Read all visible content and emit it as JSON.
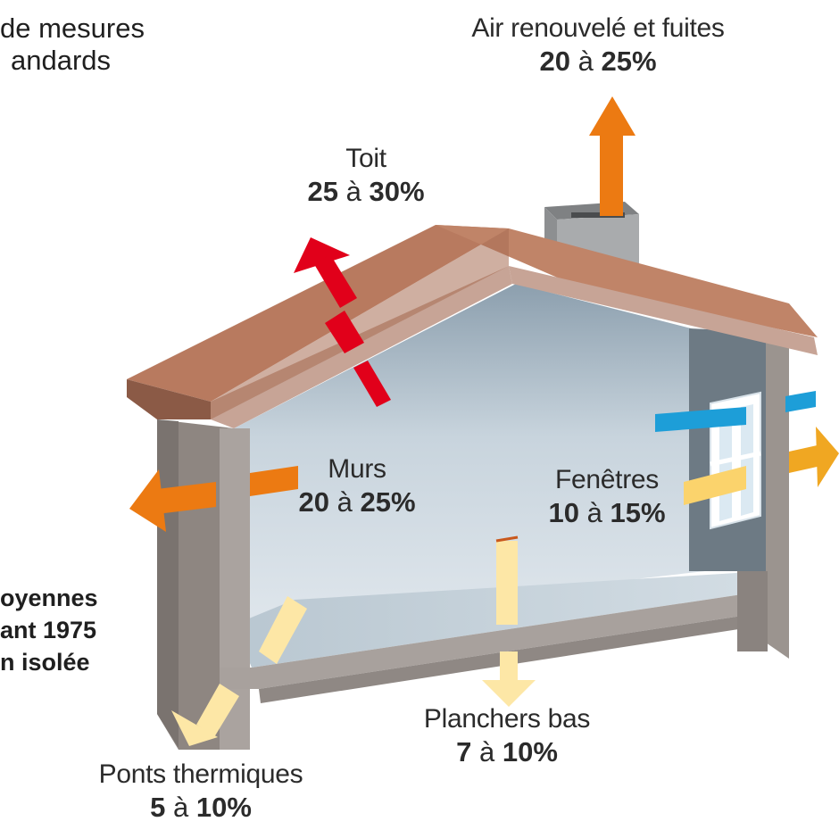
{
  "header_fragment": {
    "line1": "de mesures",
    "line2": "andards"
  },
  "side_fragment": {
    "line1": "oyennes",
    "line2": "ant 1975",
    "line3": "n isolée"
  },
  "losses": [
    {
      "id": "air",
      "name": "Air renouvelé et fuites",
      "low": "20",
      "sep": "à",
      "high": "25%"
    },
    {
      "id": "toit",
      "name": "Toit",
      "low": "25",
      "sep": "à",
      "high": "30%"
    },
    {
      "id": "murs",
      "name": "Murs",
      "low": "20",
      "sep": "à",
      "high": "25%"
    },
    {
      "id": "fenetres",
      "name": "Fenêtres",
      "low": "10",
      "sep": "à",
      "high": "15%"
    },
    {
      "id": "planchers",
      "name": "Planchers bas",
      "low": "7",
      "sep": "à",
      "high": "10%"
    },
    {
      "id": "ponts",
      "name": "Ponts thermiques",
      "low": "5",
      "sep": "à",
      "high": "10%"
    }
  ],
  "colors": {
    "roof": "#b87a5f",
    "walls": "#a19a96",
    "interior": "#c3cfd8",
    "arrow_red": "#e1001a",
    "arrow_orange": "#ec7a12",
    "arrow_pale": "#fbe09a",
    "arrow_blue": "#1d9ed8"
  }
}
